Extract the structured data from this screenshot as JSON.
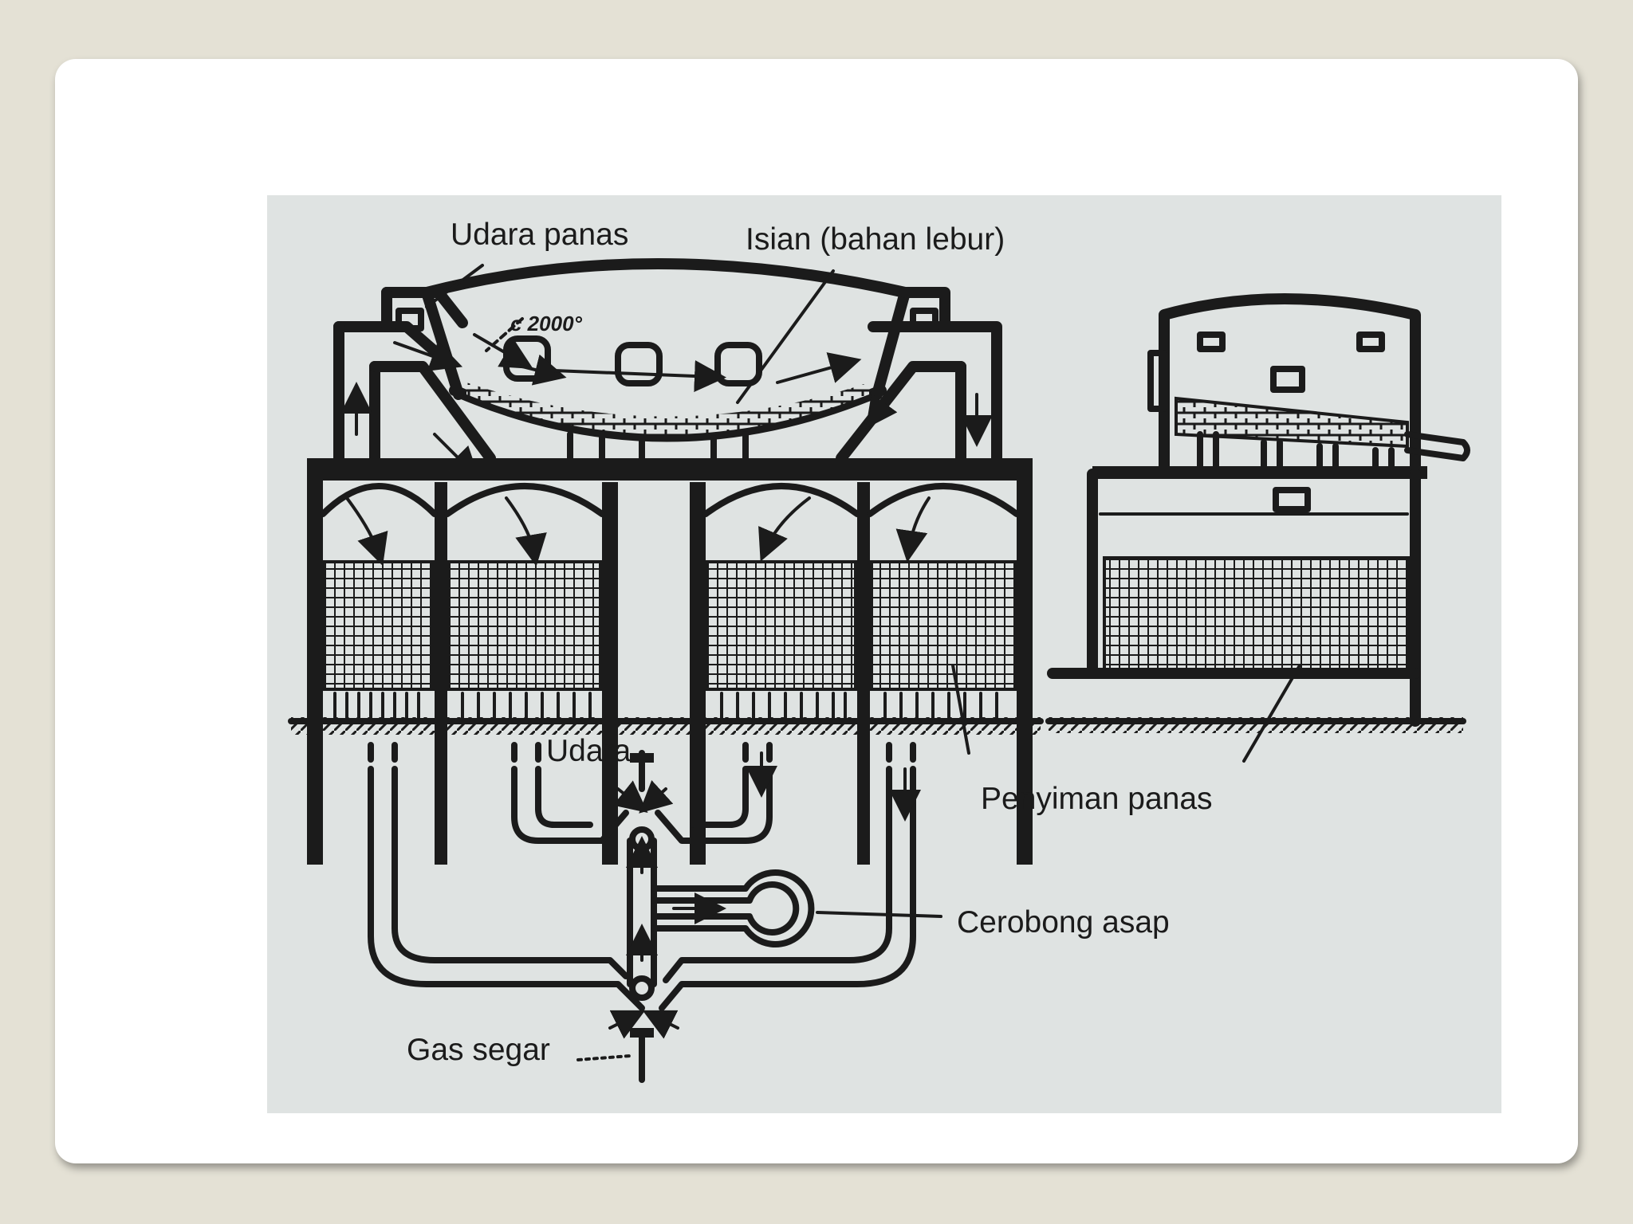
{
  "diagram": {
    "labels": {
      "hot_air": "Udara panas",
      "charge": "Isian (bahan lebur)",
      "temperature": "c 2000°",
      "air": "Udara",
      "regenerator": "Penyiman panas",
      "chimney": "Cerobong asap",
      "fresh_gas": "Gas segar"
    },
    "colors": {
      "slide_background": "#e4e1d5",
      "card": "#ffffff",
      "paper": "#dfe3e2",
      "ink": "#1b1b1b"
    }
  }
}
